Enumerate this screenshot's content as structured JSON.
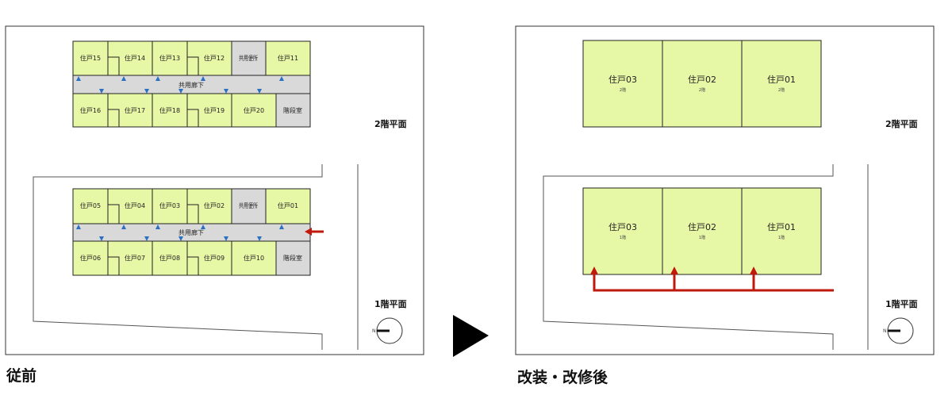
{
  "before": {
    "caption": "従前",
    "floor2": {
      "plan_label": "2階平面",
      "top_row": [
        "住戸15",
        "住戸14",
        "住戸13",
        "住戸12",
        "共用便所",
        "住戸11"
      ],
      "corridor": "共用廊下",
      "bottom_row": [
        "住戸16",
        "住戸17",
        "住戸18",
        "住戸19",
        "住戸20",
        "階段室"
      ]
    },
    "floor1": {
      "plan_label": "1階平面",
      "top_row": [
        "住戸05",
        "住戸04",
        "住戸03",
        "住戸02",
        "共用便所",
        "住戸01"
      ],
      "corridor": "共用廊下",
      "bottom_row": [
        "住戸06",
        "住戸07",
        "住戸08",
        "住戸09",
        "住戸10",
        "階段室"
      ]
    },
    "north_label": "N"
  },
  "after": {
    "caption": "改装・改修後",
    "floor2": {
      "plan_label": "2階平面",
      "units": [
        {
          "name": "住戸03",
          "floor": "2階"
        },
        {
          "name": "住戸02",
          "floor": "2階"
        },
        {
          "name": "住戸01",
          "floor": "2階"
        }
      ]
    },
    "floor1": {
      "plan_label": "1階平面",
      "units": [
        {
          "name": "住戸03",
          "floor": "1階"
        },
        {
          "name": "住戸02",
          "floor": "1階"
        },
        {
          "name": "住戸01",
          "floor": "1階"
        }
      ]
    },
    "north_label": "N"
  },
  "arrow_marker": "▶",
  "colors": {
    "unit_fill": "#e6f7a6",
    "shared_fill": "#d9d9d9",
    "door_marker": "#2a6fc0",
    "access_arrow": "#c0180c"
  }
}
